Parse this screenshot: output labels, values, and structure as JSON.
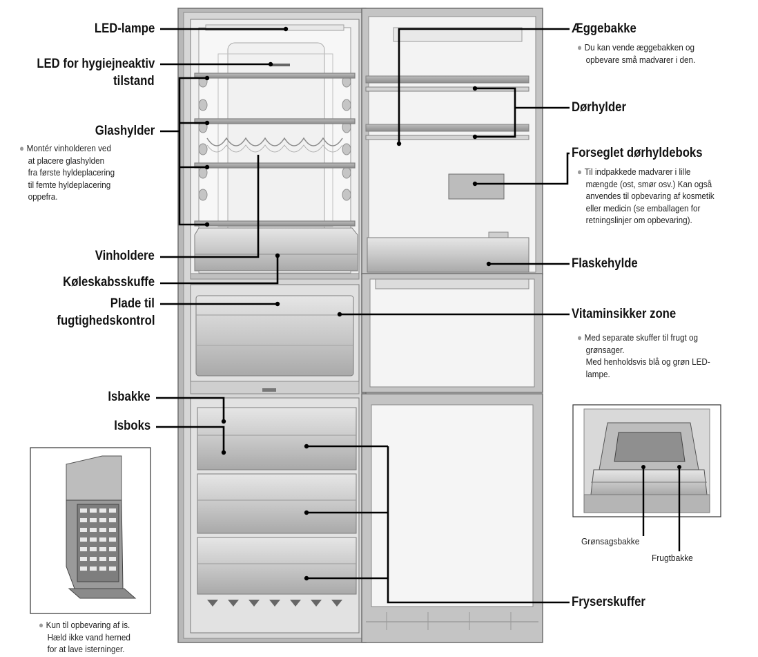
{
  "left_labels": {
    "led_lampe": "LED-lampe",
    "led_hygiejne_1": "LED for hygiejneaktiv",
    "led_hygiejne_2": "tilstand",
    "glashylder": "Glashylder",
    "vinholdere": "Vinholdere",
    "koleskabsskuffe": "Køleskabsskuffe",
    "plade_1": "Plade til",
    "plade_2": "fugtighedskontrol",
    "isbakke": "Isbakke",
    "isboks": "Isboks"
  },
  "right_labels": {
    "aeggebakke": "Æggebakke",
    "dorhylder": "Dørhylder",
    "forseglet": "Forseglet dørhyldeboks",
    "flaskehylde": "Flaskehylde",
    "vitaminsikker": "Vitaminsikker zone",
    "fryserskuffer": "Fryserskuffer"
  },
  "notes": {
    "glashylder": [
      "Montér vinholderen ved",
      "at placere glashylden",
      "fra første hyldeplacering",
      "til femte hyldeplacering",
      "oppefra."
    ],
    "aeggebakke": [
      "Du kan vende æggebakken og",
      "opbevare små madvarer i den."
    ],
    "forseglet": [
      "Til indpakkede madvarer i lille",
      "mængde (ost, smør osv.) Kan også",
      "anvendes til opbevaring af kosmetik",
      "eller medicin (se emballagen for",
      "retningslinjer om opbevaring)."
    ],
    "vitaminsikker": [
      "Med separate skuffer til frugt og",
      "grønsager.",
      "Med henholdsvis blå og grøn LED-",
      "lampe."
    ],
    "isboks": [
      "Kun til opbevaring af is.",
      "Hæld ikke vand herned",
      "for at lave isterninger."
    ]
  },
  "inset_labels": {
    "gronsagsbakke": "Grønsagsbakke",
    "frugtbakke": "Frugtbakke"
  }
}
